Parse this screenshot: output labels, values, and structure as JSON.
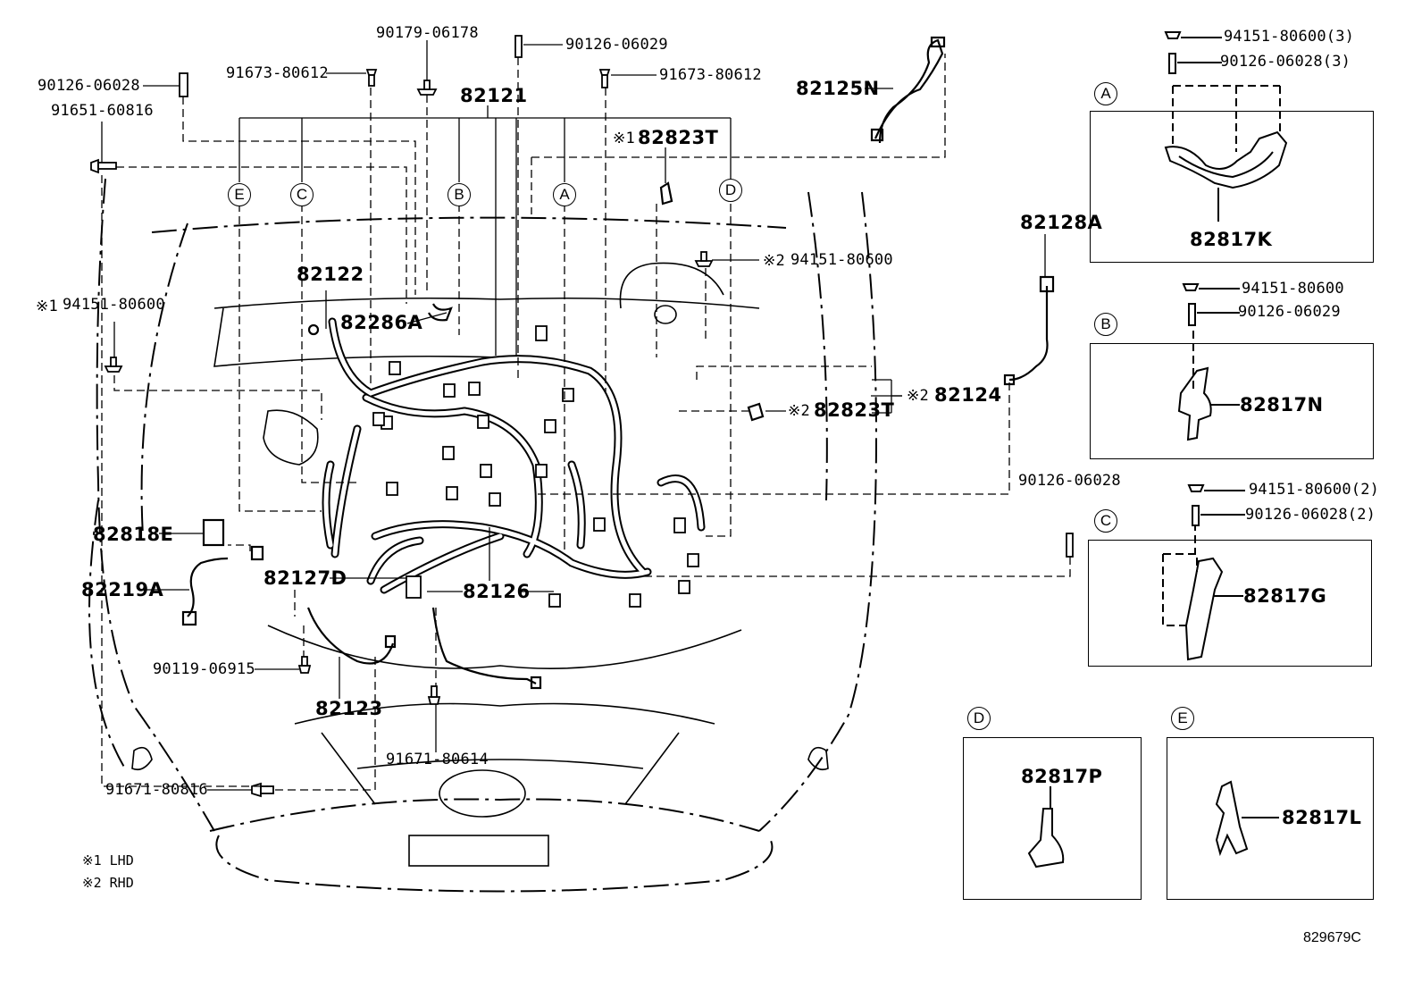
{
  "diagram_code": "829679C",
  "notes": [
    {
      "mark": "※1",
      "text": "LHD"
    },
    {
      "mark": "※2",
      "text": "RHD"
    }
  ],
  "main_labels": {
    "p82121": "82121",
    "p82122": "82122",
    "p82286A": "82286A",
    "p82125N": "82125N",
    "p82823T_top": "82823T",
    "p82823T_mid": "82823T",
    "p82124": "82124",
    "p82818E": "82818E",
    "p82219A": "82219A",
    "p82127D": "82127D",
    "p82126": "82126",
    "p82123": "82123",
    "p82128A": "82128A"
  },
  "fastener_labels": {
    "f90179": "90179-06178",
    "f90126_29": "90126-06029",
    "f91673_a": "91673-80612",
    "f91673_b": "91673-80612",
    "f90126_28": "90126-06028",
    "f91651": "91651-60816",
    "f94151_lhd": "94151-80600",
    "f94151_rhd": "94151-80600",
    "f90119": "90119-06915",
    "f91671_614": "91671-80614",
    "f91671_816": "91671-80816",
    "f90126_28_right": "90126-06028"
  },
  "marks": {
    "m1": "※1",
    "m2": "※2"
  },
  "callout_letters": [
    "A",
    "B",
    "C",
    "D",
    "E"
  ],
  "detail_boxes": {
    "A": {
      "letter": "A",
      "fastener1": "94151-80600(3)",
      "fastener2": "90126-06028(3)",
      "part": "82817K"
    },
    "B": {
      "letter": "B",
      "fastener1": "94151-80600",
      "fastener2": "90126-06029",
      "part": "82817N"
    },
    "C": {
      "letter": "C",
      "fastener1": "94151-80600(2)",
      "fastener2": "90126-06028(2)",
      "part": "82817G"
    },
    "D": {
      "letter": "D",
      "part": "82817P"
    },
    "E": {
      "letter": "E",
      "part": "82817L"
    }
  }
}
